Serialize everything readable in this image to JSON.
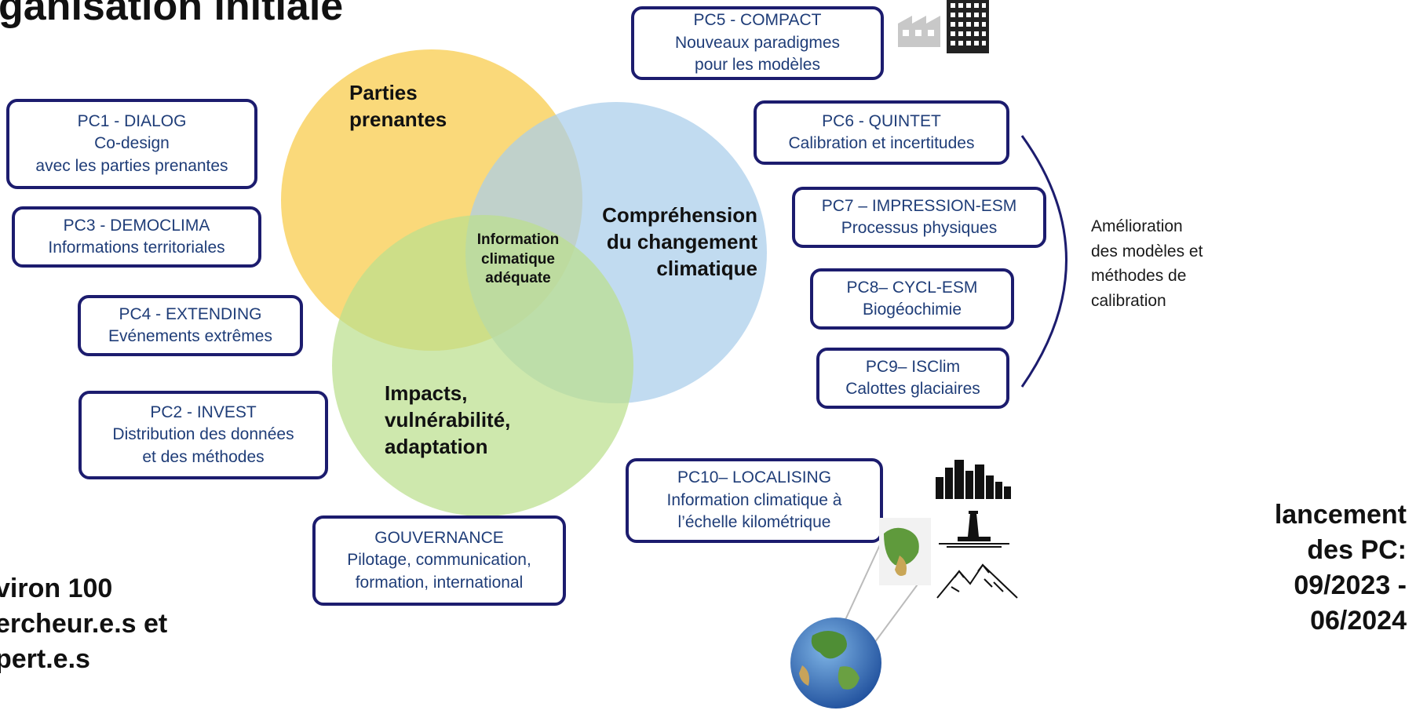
{
  "title": "ganisation initiale",
  "venn": {
    "stakeholders": {
      "line1": "Parties",
      "line2": "prenantes",
      "color": "#f9ce55"
    },
    "understanding": {
      "line1": "Compréhension",
      "line2": "du changement",
      "line3": "climatique",
      "color": "#a9cdea"
    },
    "impacts": {
      "line1": "Impacts,",
      "line2": "vulnérabilité,",
      "line3": "adaptation",
      "color": "#bbdf8e"
    },
    "center": {
      "line1": "Information",
      "line2": "climatique",
      "line3": "adéquate"
    }
  },
  "boxes": {
    "pc1": {
      "line1": "PC1 - DIALOG",
      "line2": "Co-design",
      "line3": "avec les parties prenantes"
    },
    "pc3": {
      "line1": "PC3 - DEMOCLIMA",
      "line2": "Informations territoriales"
    },
    "pc4": {
      "line1": "PC4 - EXTENDING",
      "line2": "Evénements extrêmes"
    },
    "pc2": {
      "line1": "PC2 - INVEST",
      "line2": "Distribution des données",
      "line3": "et des méthodes"
    },
    "gov": {
      "line1": "GOUVERNANCE",
      "line2": "Pilotage, communication,",
      "line3": "formation, international"
    },
    "pc5": {
      "line1": "PC5 - COMPACT",
      "line2": "Nouveaux paradigmes",
      "line3": "pour les modèles"
    },
    "pc6": {
      "line1": "PC6 - QUINTET",
      "line2": "Calibration et incertitudes"
    },
    "pc7": {
      "line1": "PC7 – IMPRESSION-ESM",
      "line2": "Processus physiques"
    },
    "pc8": {
      "line1": "PC8– CYCL-ESM",
      "line2": "Biogéochimie"
    },
    "pc9": {
      "line1": "PC9– ISClim",
      "line2": "Calottes glaciaires"
    },
    "pc10": {
      "line1": "PC10– LOCALISING",
      "line2": "Information climatique à",
      "line3": "l’échelle kilométrique"
    }
  },
  "side_note": {
    "line1": "Amélioration",
    "line2": "des modèles et",
    "line3": "méthodes de",
    "line4": "calibration"
  },
  "bottom_left": {
    "line1": "viron 100",
    "line2": "ercheur.e.s et",
    "line3": "pert.e.s"
  },
  "launch": {
    "line1": "lancement",
    "line2": "des PC:",
    "line3": "09/2023 -",
    "line4": "06/2024"
  },
  "icons": {
    "factory": "factory-icon",
    "skyline": "city-skyline-icon",
    "lighthouse": "lighthouse-icon",
    "mountains": "mountains-icon",
    "globe": "globe-icon",
    "box_color": "#1c1c6e",
    "box_text_color": "#1f3d78"
  }
}
